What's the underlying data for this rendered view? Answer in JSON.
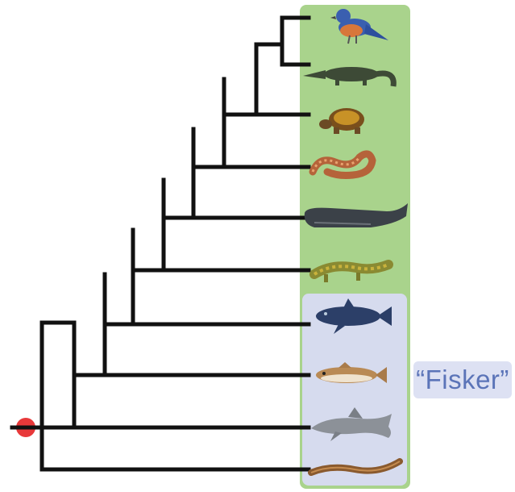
{
  "group_label": "“Fisker”",
  "colors": {
    "tetrapod_panel": "#a9d38c",
    "fish_panel": "#d6dbee",
    "tree_lines": "#111111",
    "root_marker": "#e8393a",
    "label_text": "#5b74b8"
  },
  "taxa": [
    {
      "name": "bird",
      "icon": "bluebird-icon",
      "group": "tetrapods"
    },
    {
      "name": "crocodile",
      "icon": "crocodile-icon",
      "group": "tetrapods"
    },
    {
      "name": "turtle",
      "icon": "turtle-icon",
      "group": "tetrapods"
    },
    {
      "name": "snake",
      "icon": "snake-icon",
      "group": "tetrapods"
    },
    {
      "name": "whale",
      "icon": "whale-icon",
      "group": "tetrapods"
    },
    {
      "name": "salamander",
      "icon": "salamander-icon",
      "group": "tetrapods"
    },
    {
      "name": "coelacanth",
      "icon": "coelacanth-icon",
      "group": "fish"
    },
    {
      "name": "cod",
      "icon": "cod-icon",
      "group": "fish"
    },
    {
      "name": "shark",
      "icon": "shark-icon",
      "group": "fish"
    },
    {
      "name": "lamprey",
      "icon": "lamprey-icon",
      "group": "fish"
    }
  ]
}
